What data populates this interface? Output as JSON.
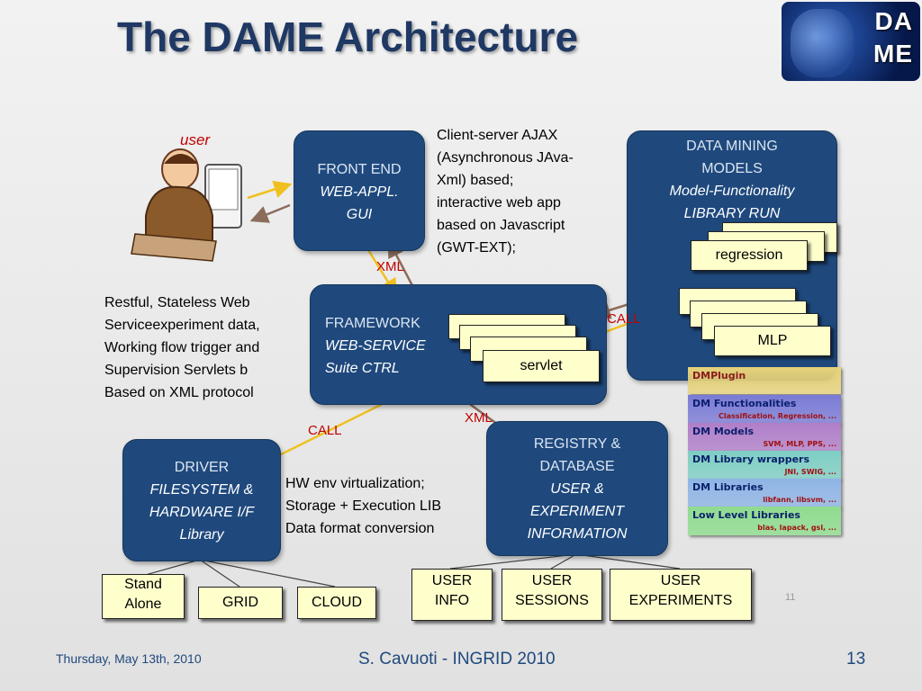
{
  "slide": {
    "title": "The DAME Architecture",
    "logo_text": [
      "DA",
      "ME"
    ],
    "user_label": "user",
    "frontend": {
      "title": "FRONT END",
      "sub1": "WEB-APPL.",
      "sub2": "GUI"
    },
    "client_note": [
      "Client-server  AJAX",
      "(Asynchronous JAva-",
      "Xml) based;",
      "interactive web  app",
      "based on Javascript",
      "(GWT-EXT);"
    ],
    "dm_models": {
      "title1": "DATA MINING",
      "title2": "MODELS",
      "sub1": "Model-Functionality",
      "sub2": "LIBRARY RUN",
      "card_top": "regression",
      "card_bottom": "MLP"
    },
    "framework": {
      "title": "FRAMEWORK",
      "sub1": "WEB-SERVICE",
      "sub2": "Suite CTRL",
      "card": "servlet"
    },
    "restful_note": [
      "Restful, Stateless Web",
      "Serviceexperiment data,",
      "Working flow trigger and",
      "Supervision Servlets b",
      "Based on XML protocol"
    ],
    "labels": {
      "xml1": "XML",
      "call1": "CALL",
      "call2": "CALL",
      "xml2": "XML"
    },
    "driver": {
      "title": "DRIVER",
      "sub1": "FILESYSTEM &",
      "sub2": "HARDWARE I/F",
      "sub3": "Library"
    },
    "hw_note": [
      "HW env virtualization;",
      "Storage + Execution LIB",
      "Data format conversion"
    ],
    "registry": {
      "title1": "REGISTRY &",
      "title2": "DATABASE",
      "sub1": "USER &",
      "sub2": "EXPERIMENT",
      "sub3": "INFORMATION"
    },
    "driver_children": [
      {
        "line1": "Stand",
        "line2": "Alone"
      },
      {
        "line1": "GRID"
      },
      {
        "line1": "CLOUD"
      }
    ],
    "registry_children": [
      {
        "line1": "USER",
        "line2": "INFO"
      },
      {
        "line1": "USER",
        "line2": "SESSIONS"
      },
      {
        "line1": "USER",
        "line2": "EXPERIMENTS"
      }
    ],
    "plugin_stack": [
      {
        "label": "DMPlugin",
        "sub": "",
        "color": "#e6d27a",
        "text_color": "#8b1a1a"
      },
      {
        "label": "DM Functionalities",
        "sub": "Classification, Regression, ...",
        "color": "#7b7bd6",
        "text_color": "#0a1f6b"
      },
      {
        "label": "DM Models",
        "sub": "SVM, MLP, PPS, ...",
        "color": "#b07fc9",
        "text_color": "#0a1f6b"
      },
      {
        "label": "DM Library wrappers",
        "sub": "JNI, SWIG, ...",
        "color": "#7fcfc4",
        "text_color": "#0a1f6b"
      },
      {
        "label": "DM Libraries",
        "sub": "libfann, libsvm, ...",
        "color": "#8fb5e6",
        "text_color": "#0a1f6b"
      },
      {
        "label": "Low Level Libraries",
        "sub": "blas, lapack, gsl, ...",
        "color": "#8fdc8f",
        "text_color": "#0a1f6b"
      }
    ],
    "inner_page_num": "11",
    "footer": {
      "date": "Thursday, May 13th, 2010",
      "author": "S. Cavuoti - INGRID 2010",
      "page": "13"
    }
  }
}
